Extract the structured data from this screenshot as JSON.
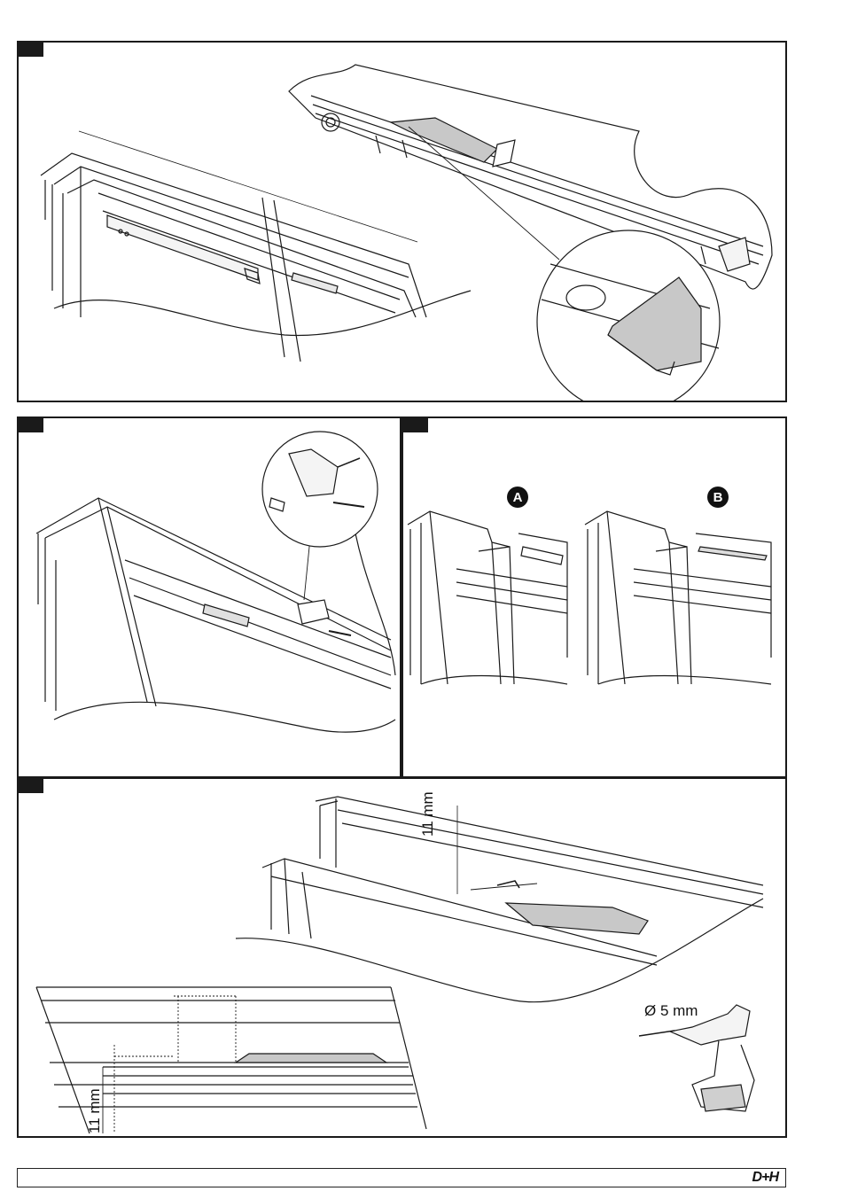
{
  "step3": {
    "option_a": "A",
    "option_b": "B"
  },
  "step4": {
    "dimension_top": "11 mm",
    "dimension_bottom": "11 mm",
    "drill_label": "Ø 5 mm"
  },
  "footer": {
    "brand": "D+H"
  },
  "colors": {
    "line": "#1a1a1a",
    "gray_part": "#c8c8c8",
    "frame_fill": "#f4f4f4"
  }
}
